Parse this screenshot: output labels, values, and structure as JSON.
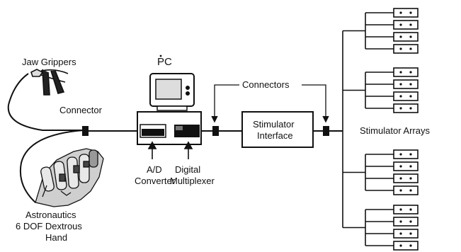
{
  "labels": {
    "jaw_grippers": "Jaw Grippers",
    "pc": "PC",
    "connector": "Connector",
    "connectors": "Connectors",
    "stimulator_interface_line1": "Stimulator",
    "stimulator_interface_line2": "Interface",
    "stimulator_arrays": "Stimulator Arrays",
    "ad_converter_line1": "A/D",
    "ad_converter_line2": "Converter",
    "digital_mux_line1": "Digital",
    "digital_mux_line2": "Multiplexer",
    "hand_line1": "Astronautics",
    "hand_line2": "6 DOF Dextrous",
    "hand_line3": "Hand"
  },
  "stimulator_groups": 4,
  "stimulators_per_group": 4
}
